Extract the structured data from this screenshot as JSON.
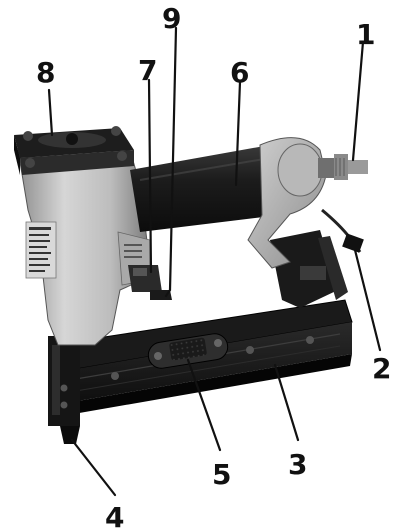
{
  "colors": {
    "body_light": "#c9c9c9",
    "body_mid": "#9d9d9d",
    "body_dark": "#6e6e6e",
    "rubber": "#1e1e1e",
    "black": "#111111",
    "metal": "#8a8a8a",
    "background": "#ffffff"
  },
  "callouts": [
    {
      "id": "1",
      "label": "1"
    },
    {
      "id": "2",
      "label": "2"
    },
    {
      "id": "3",
      "label": "3"
    },
    {
      "id": "4",
      "label": "4"
    },
    {
      "id": "5",
      "label": "5"
    },
    {
      "id": "6",
      "label": "6"
    },
    {
      "id": "7",
      "label": "7"
    },
    {
      "id": "8",
      "label": "8"
    },
    {
      "id": "9",
      "label": "9"
    }
  ],
  "icons": {
    "tool": "pin-nailer-illustration"
  }
}
